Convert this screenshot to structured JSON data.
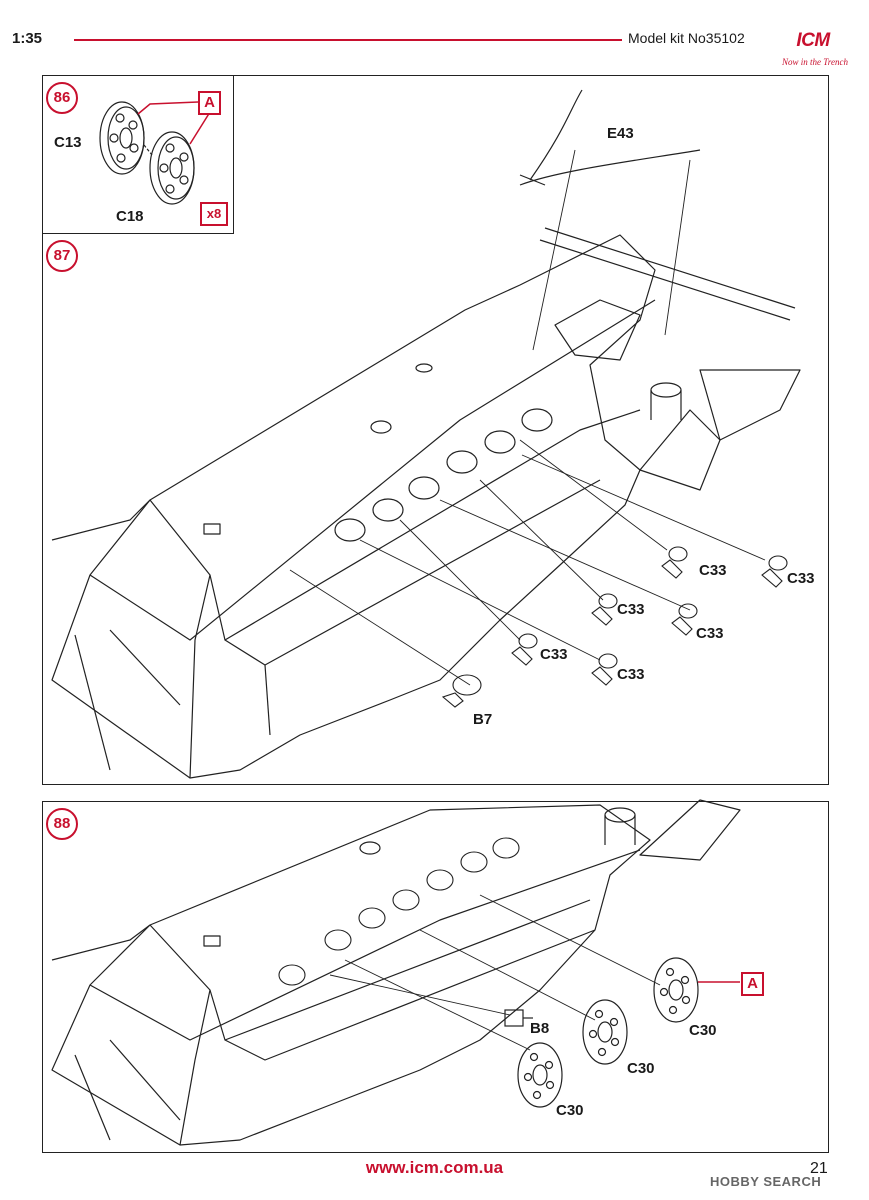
{
  "header": {
    "scale": "1:35",
    "kit_label": "Model kit No35102",
    "logo_text": "ICM",
    "logo_tagline": "Now in the Trench"
  },
  "steps": [
    {
      "number": "86",
      "callout": "A",
      "multiplier": "x8",
      "parts": [
        "C13",
        "C18"
      ]
    },
    {
      "number": "87",
      "parts": [
        "E43",
        "C33",
        "C33",
        "C33",
        "C33",
        "C33",
        "C33",
        "B7"
      ]
    },
    {
      "number": "88",
      "callout": "A",
      "parts": [
        "B8",
        "C30",
        "C30",
        "C30"
      ]
    }
  ],
  "footer": {
    "website": "www.icm.com.ua",
    "page_number": "21",
    "watermark": "HOBBY SEARCH"
  },
  "colors": {
    "accent": "#c8102e",
    "line": "#222222"
  }
}
